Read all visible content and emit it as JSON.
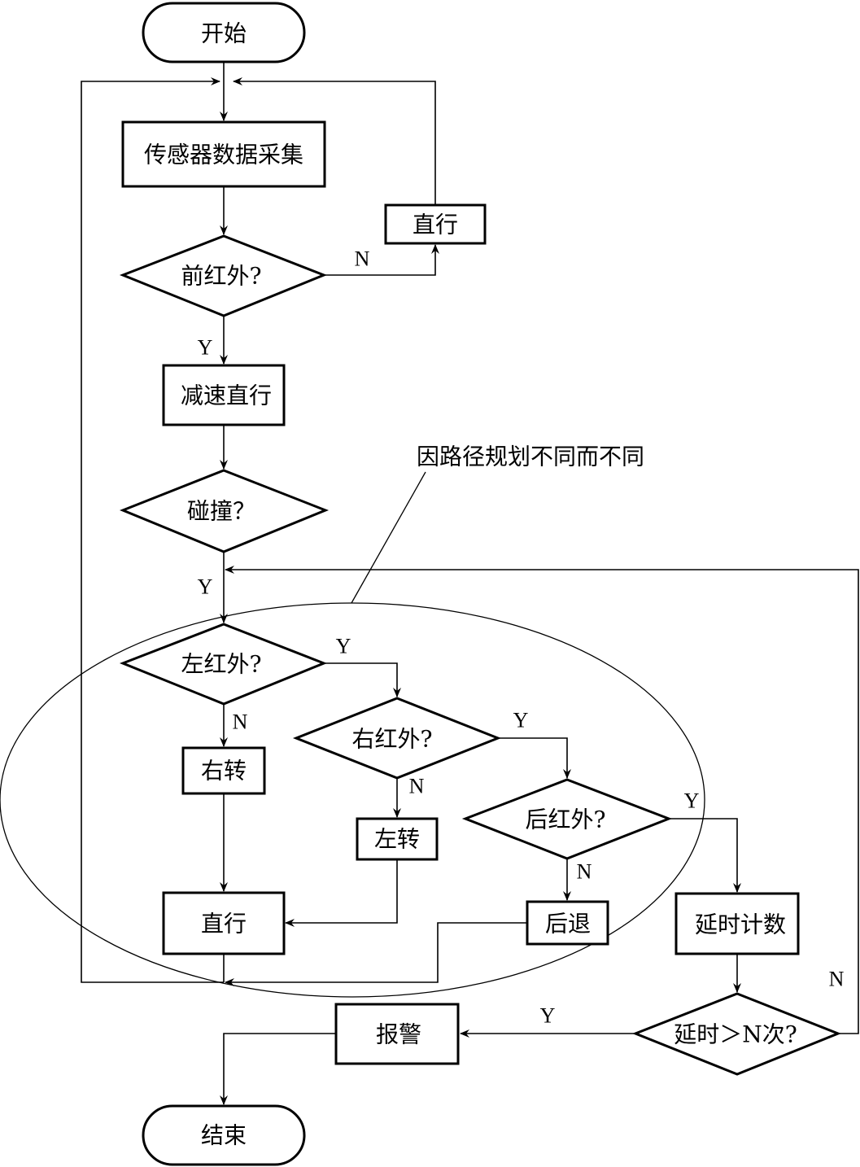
{
  "nodes": {
    "start": "开始",
    "sensor": "传感器数据采集",
    "straight_top": "直行",
    "front_ir": "前红外?",
    "slow_straight": "减速直行",
    "collision": "碰撞？",
    "left_ir": "左红外?",
    "right_turn": "右转",
    "right_ir": "右红外?",
    "left_turn": "左转",
    "rear_ir": "后红外?",
    "straight_bottom": "直行",
    "back": "后退",
    "delay_count": "延时计数",
    "alarm": "报警",
    "delay_check": "延时＞N次?",
    "end": "结束"
  },
  "annotation": "因路径规划不同而不同",
  "edge_labels": {
    "front_no": "N",
    "front_yes": "Y",
    "collision_yes": "Y",
    "left_yes": "Y",
    "left_no": "N",
    "right_yes": "Y",
    "right_no": "N",
    "rear_yes": "Y",
    "rear_no": "N",
    "delay_yes": "Y",
    "delay_no": "N"
  }
}
